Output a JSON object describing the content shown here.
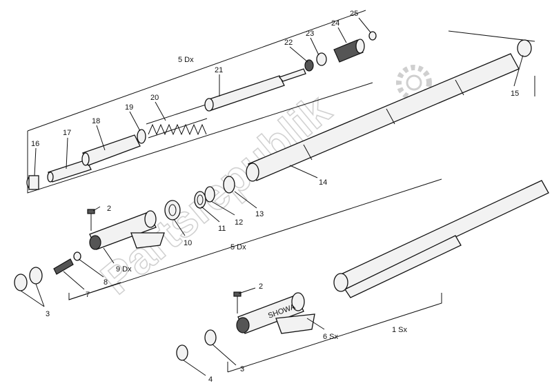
{
  "watermark": "Partsrepublik",
  "labels": {
    "p1": "1 Sx",
    "p2a": "2",
    "p2b": "2",
    "p3a": "3",
    "p3b": "3",
    "p4": "4",
    "g5a": "5 Dx",
    "g5b": "5 Dx",
    "p6": "6 Sx",
    "p7": "7",
    "p8": "8",
    "p9": "9 Dx",
    "p10": "10",
    "p11": "11",
    "p12": "12",
    "p13": "13",
    "p14": "14",
    "p15": "15",
    "p16": "16",
    "p17": "17",
    "p18": "18",
    "p19": "19",
    "p20": "20",
    "p21": "21",
    "p22": "22",
    "p23": "23",
    "p24": "24",
    "p25": "25"
  },
  "slider_label": "SHOWA"
}
